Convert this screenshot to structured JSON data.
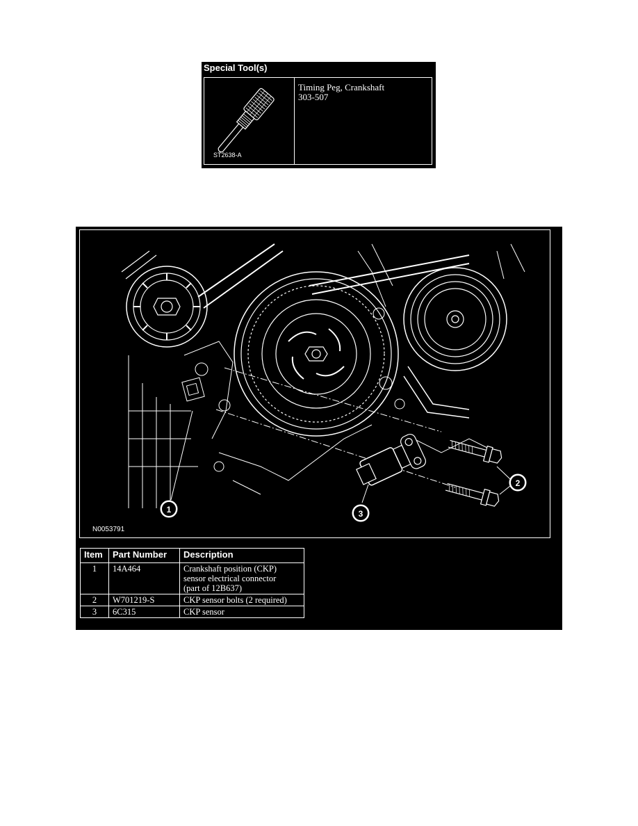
{
  "special_tools": {
    "header": "Special Tool(s)",
    "tool": {
      "name": "Timing Peg, Crankshaft",
      "number": "303-507",
      "image_code": "ST2638-A"
    }
  },
  "figure": {
    "id": "N0053791",
    "callouts": [
      "1",
      "2",
      "3"
    ]
  },
  "parts_table": {
    "headers": [
      "Item",
      "Part Number",
      "Description"
    ],
    "rows": [
      {
        "item": "1",
        "part_number": "14A464",
        "description": [
          "Crankshaft position (CKP)",
          "sensor electrical connector",
          "(part of 12B637)"
        ]
      },
      {
        "item": "2",
        "part_number": "W701219-S",
        "description": [
          "CKP sensor bolts (2 required)"
        ]
      },
      {
        "item": "3",
        "part_number": "6C315",
        "description": [
          "CKP sensor"
        ]
      }
    ]
  }
}
